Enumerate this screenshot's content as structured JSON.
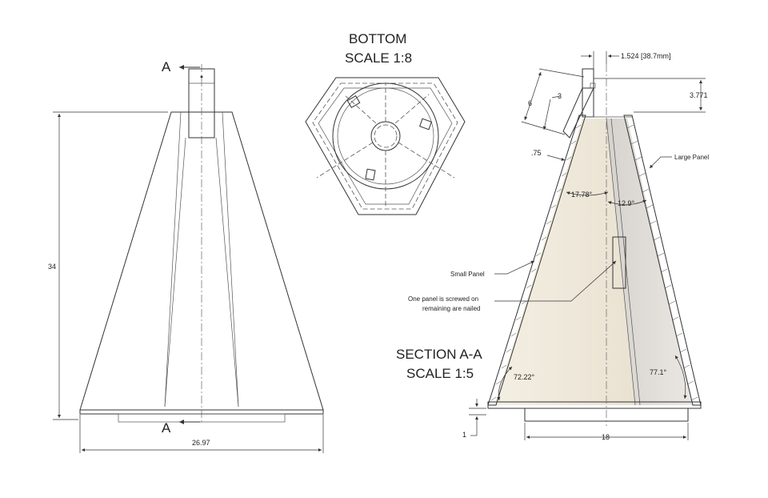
{
  "views": {
    "bottom": {
      "title": "BOTTOM",
      "scale": "SCALE 1:8"
    },
    "section": {
      "title": "SECTION A-A",
      "scale": "SCALE 1:5"
    },
    "front": {
      "section_marker_top": "A",
      "section_marker_bottom": "A"
    }
  },
  "dimensions": {
    "height": "34",
    "base_width": "26.97",
    "top_offset": "1.524 [38.7mm]",
    "top_height": "3.771",
    "bracket_length": "6",
    "bracket_inner": "3",
    "wall": ".75",
    "base_thickness": "1",
    "base_inner_width": "18",
    "angle_left_top": "17.78°",
    "angle_right_top": "12.9°",
    "angle_left_bottom": "72.22°",
    "angle_right_bottom": "77.1°"
  },
  "annotations": {
    "large_panel": "Large Panel",
    "small_panel": "Small Panel",
    "note_line1": "One panel is screwed on",
    "note_line2": "remaining are nailed"
  },
  "colors": {
    "line": "#333333",
    "section_fill_left": "#efe9dc",
    "section_fill_right": "#e2ddd6",
    "background": "#ffffff"
  }
}
